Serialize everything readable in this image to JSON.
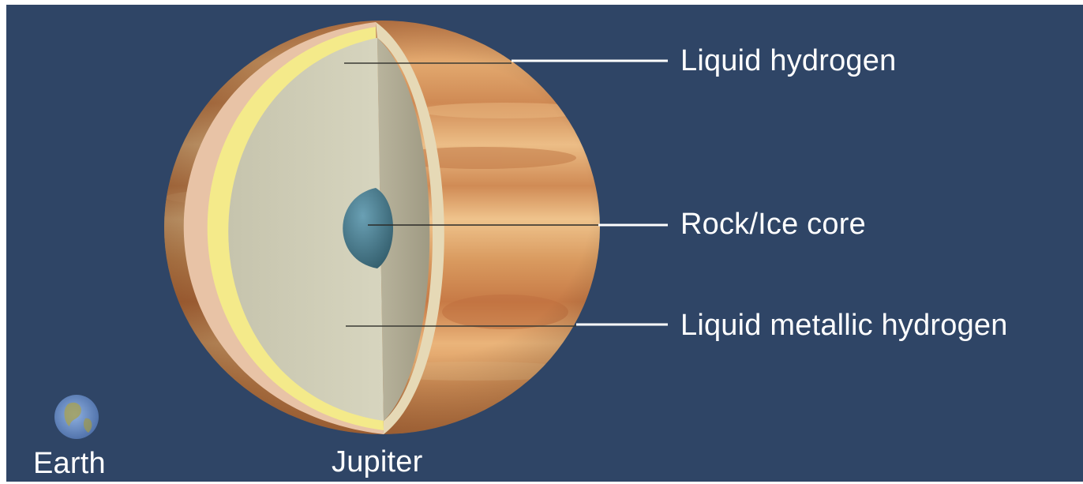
{
  "colors": {
    "background": "#2f4566",
    "label_text": "#ffffff",
    "jupiter_bands": [
      "#d9955a",
      "#e7b47c",
      "#c97b48",
      "#efc690"
    ],
    "cut_face_light": "#cfcdb6",
    "cut_face_shadow": "#a9a48e",
    "rim_yellow": "#f4ea8a",
    "core": "#4f8599",
    "earth": "#6b8fc4"
  },
  "labels": {
    "liquid_hydrogen": "Liquid hydrogen",
    "rock_ice_core": "Rock/Ice core",
    "liquid_metallic_hydrogen": "Liquid metallic hydrogen",
    "earth": "Earth",
    "jupiter": "Jupiter"
  }
}
